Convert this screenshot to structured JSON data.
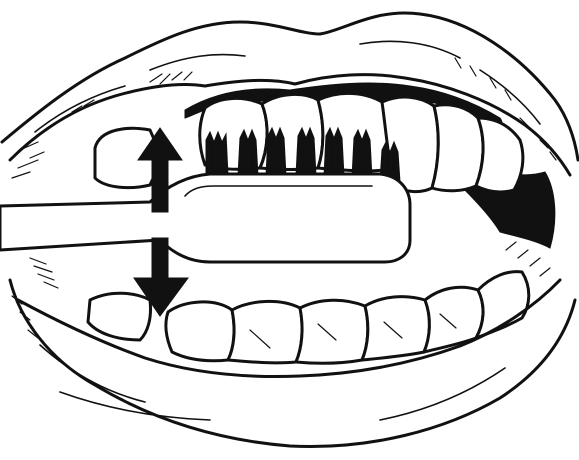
{
  "illustration": {
    "subject": "toothbrush-in-open-mouth",
    "ink_color": "#111111",
    "paper_color": "#ffffff",
    "arrow_directions": [
      "up",
      "down"
    ]
  }
}
